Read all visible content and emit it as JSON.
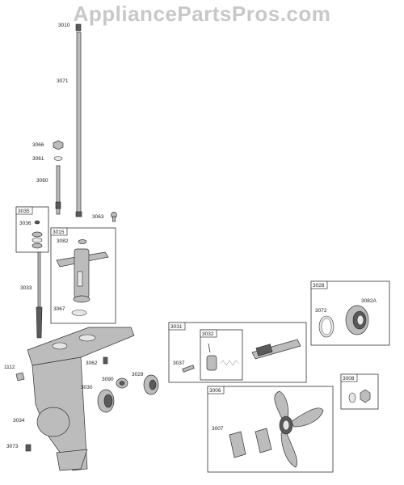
{
  "watermark": "AppliancePartsPros.com",
  "labels": {
    "p3010": "3010",
    "p3071": "3071",
    "p3066": "3066",
    "p3061": "3061",
    "p3060": "3060",
    "p3063": "3063",
    "p3035": "3035",
    "p3036": "3036",
    "p3015": "3015",
    "p3082": "3082",
    "p3033": "3033",
    "p3067": "3067",
    "p3028": "3028",
    "p3072": "3072",
    "p3082a": "3082A",
    "p3031": "3031",
    "p3032": "3032",
    "p3037": "3037",
    "p1112": "1112",
    "p3062": "3062",
    "p3090": "3090",
    "p3029": "3029",
    "p3030": "3030",
    "p3008": "3008",
    "p3006": "3006",
    "p3007": "3007",
    "p3034": "3034",
    "p3073": "3073"
  }
}
